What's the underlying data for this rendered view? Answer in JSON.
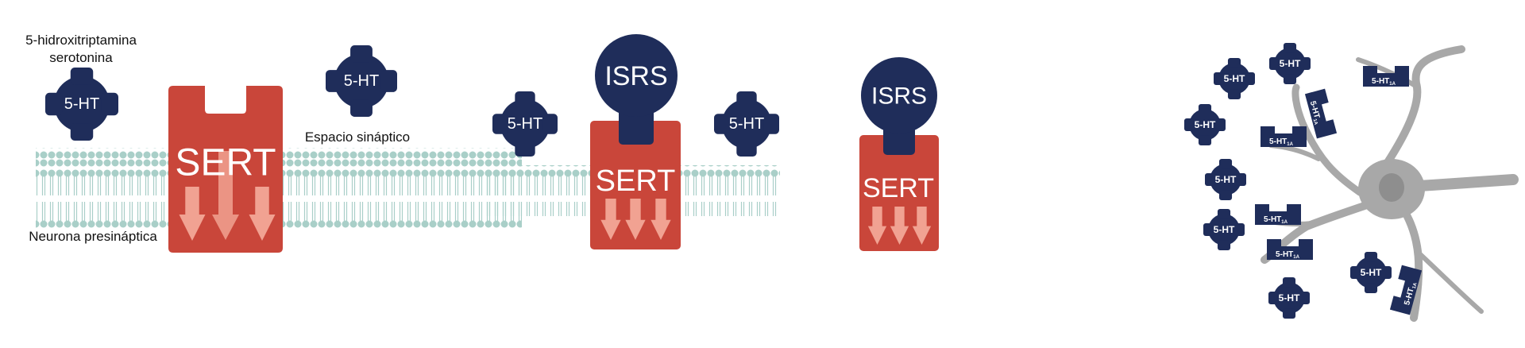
{
  "colors": {
    "navy": "#1f2d5a",
    "sert": "#c9463a",
    "arrow": "#f1a292",
    "membrane": "#a9cfc8",
    "neuron": "#a8a8a8"
  },
  "panel1": {
    "molecule_title_line1": "5-hidroxitriptamina",
    "molecule_title_line2": "serotonina",
    "synaptic_space": "Espacio sináptico",
    "presynaptic_neuron": "Neurona presináptica",
    "molecule": "5-HT",
    "transporter": "SERT"
  },
  "panel2": {
    "molecule": "5-HT",
    "transporter": "SERT",
    "drug": "ISRS"
  },
  "panel3": {
    "transporter": "SERT",
    "drug": "ISRS"
  },
  "panel4": {
    "molecule": "5-HT",
    "receptor": "5-HT",
    "receptor_subscript": "1A"
  }
}
